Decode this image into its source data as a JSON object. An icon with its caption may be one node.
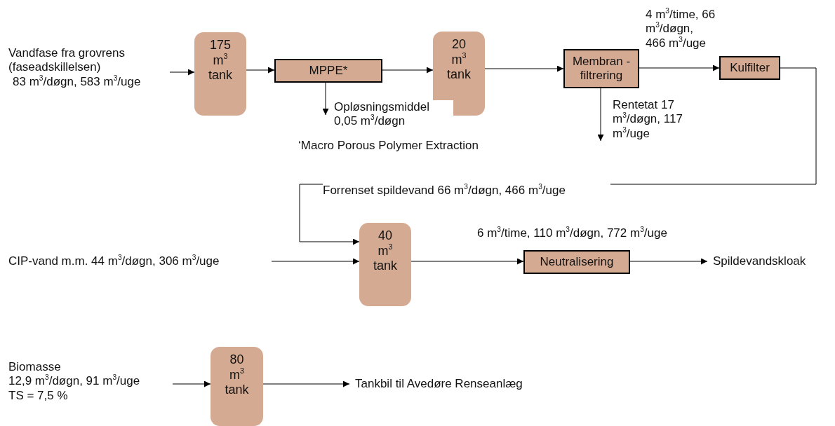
{
  "diagram": {
    "nodes": [
      {
        "text": [
          "Vandfase fra grovrens (faseadskillelsen)",
          "83 m$^{3}$/døgn, 583 m$^{3}$/uge"
        ]
      },
      {
        "text": [
          "175 m$^{3}$ tank"
        ]
      },
      {
        "text": [
          "MPPE*"
        ]
      },
      {
        "text": [
          "20 m$^{3}$ tank"
        ]
      },
      {
        "text": [
          "Membran -filtrering"
        ]
      },
      {
        "text": [
          "Kulfilter"
        ]
      },
      {
        "text": [
          "CIP-vand m.m. 44 m$^{3}$/døgn, 306 m$^{3}$/uge"
        ]
      },
      {
        "text": [
          "40 m$^{3}$ tank"
        ]
      },
      {
        "text": [
          "Neutralisering"
        ]
      },
      {
        "text": [
          "Spildevandskloak"
        ]
      },
      {
        "text": [
          "Biomasse",
          "12,9 m$^{3}$/døgn, 91 m$^{3}$/uge",
          "TS = 7,5 %"
        ]
      },
      {
        "text": [
          "80 m$^{3}$ tank"
        ]
      },
      {
        "text": [
          "Tankbil til Avedøre Renseanlæg"
        ]
      }
    ],
    "edges": [
      {
        "from": 0,
        "to": 1,
        "arrow": "to"
      },
      {
        "from": 1,
        "to": 2,
        "arrow": "to"
      },
      {
        "from": 2,
        "to": null,
        "arrow": "to",
        "label": "Opløsningsmiddel 0,05 m$^{3}$/døgn"
      },
      {
        "from": 2,
        "to": 3,
        "arrow": "to"
      },
      {
        "from": 3,
        "to": 4,
        "arrow": "to"
      },
      {
        "from": 4,
        "to": null,
        "arrow": "to",
        "label": "Rentetat 17 m$^{3}$/døgn, 117 m$^{3}$/uge"
      },
      {
        "from": 4,
        "to": 5,
        "arrow": "to",
        "label": "4 m$^{3}$/time, 66 m$^{3}$/døgn, 466 m$^{3}$/uge"
      },
      {
        "from": 5,
        "to": 7,
        "arrow": "to",
        "label": "Forrenset spildevand 66 m$^{3}$/døgn, 466 m$^{3}$/uge"
      },
      {
        "from": 6,
        "to": 7,
        "arrow": "to"
      },
      {
        "from": 7,
        "to": 8,
        "arrow": "to",
        "label": "6 m$^{3}$/time, 110 m$^{3}$/døgn, 772 m$^{3}$/uge"
      },
      {
        "from": 8,
        "to": 9,
        "arrow": "to"
      },
      {
        "from": 10,
        "to": 11,
        "arrow": "to"
      },
      {
        "from": 11,
        "to": 12,
        "arrow": "to"
      }
    ],
    "labels": [
      "‘Macro Porous Polymer Extraction"
    ]
  }
}
